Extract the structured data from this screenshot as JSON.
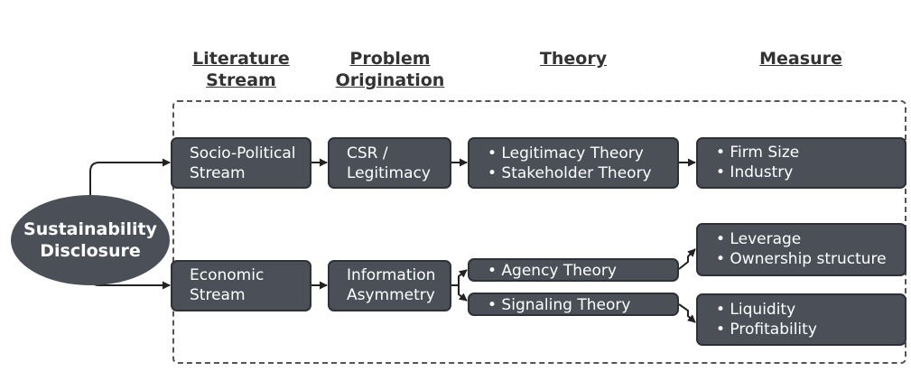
{
  "headers": {
    "literature": [
      "Literature",
      "Stream"
    ],
    "problem": [
      "Problem",
      "Origination"
    ],
    "theory": "Theory",
    "measure": "Measure"
  },
  "root": [
    "Sustainability",
    "Disclosure"
  ],
  "socio": {
    "stream": [
      "Socio-Political",
      "Stream"
    ],
    "problem": [
      "CSR /",
      "Legitimacy"
    ],
    "theories": [
      "• Legitimacy Theory",
      "• Stakeholder Theory"
    ],
    "measures": [
      "• Firm Size",
      "• Industry"
    ]
  },
  "economic": {
    "stream": [
      "Economic",
      "Stream"
    ],
    "problem": [
      "Information",
      "Asymmetry"
    ],
    "agency": "• Agency Theory",
    "signaling": "• Signaling Theory",
    "agency_measures": [
      "• Leverage",
      "• Ownership structure"
    ],
    "signaling_measures": [
      "• Liquidity",
      "• Profitability"
    ]
  }
}
